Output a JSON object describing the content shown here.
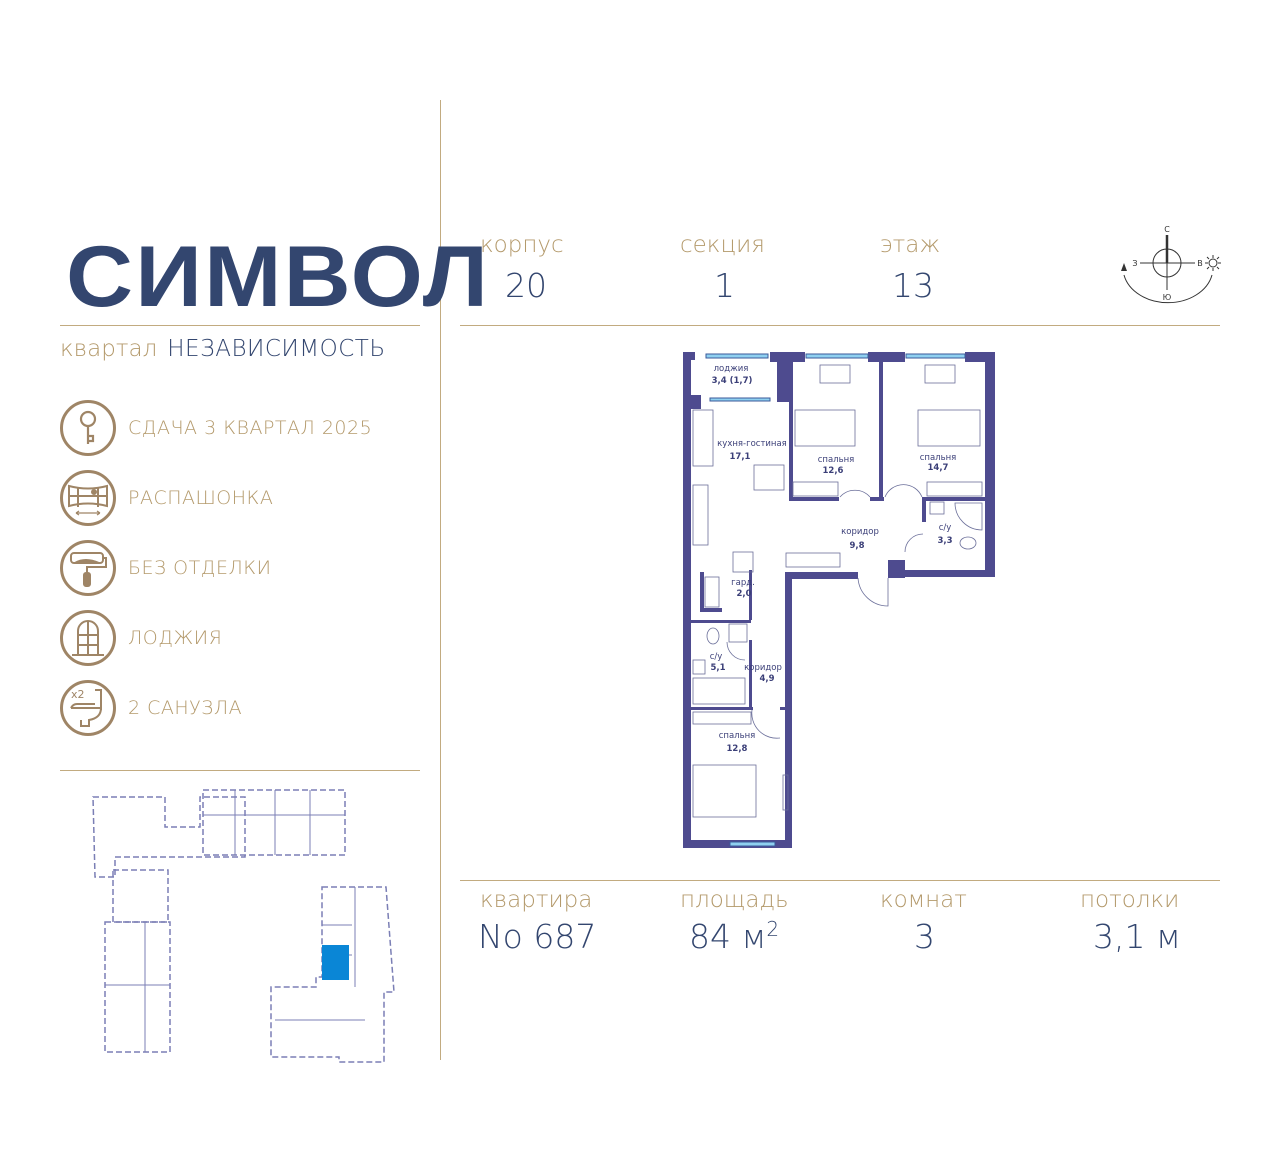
{
  "logo": {
    "title": "СИМВОЛ",
    "district_prefix": "квартал",
    "district_name": "НЕЗАВИСИМОСТЬ"
  },
  "features": [
    {
      "icon": "key-icon",
      "label": "СДАЧА 3 КВАРТАЛ 2025"
    },
    {
      "icon": "wide-window-icon",
      "label": "РАСПАШОНКА"
    },
    {
      "icon": "paint-roller-icon",
      "label": "БЕЗ ОТДЕЛКИ"
    },
    {
      "icon": "arched-window-icon",
      "label": "ЛОДЖИЯ"
    },
    {
      "icon": "toilet-icon",
      "label": "2 САНУЗЛА",
      "badge": "x2"
    }
  ],
  "header": [
    {
      "label": "корпус",
      "value": "20"
    },
    {
      "label": "секция",
      "value": "1"
    },
    {
      "label": "этаж",
      "value": "13"
    }
  ],
  "compass": {
    "n": "С",
    "s": "Ю",
    "w": "З",
    "e": "В"
  },
  "footer": [
    {
      "label": "квартира",
      "value": "No 687"
    },
    {
      "label": "площадь",
      "value": "84 м",
      "sup": "2"
    },
    {
      "label": "комнат",
      "value": "3"
    },
    {
      "label": "потолки",
      "value": "3,1 м"
    }
  ],
  "rooms": [
    {
      "name": "лоджия",
      "area": "3,4 (1,7)"
    },
    {
      "name": "кухня-гостиная",
      "area": "17,1"
    },
    {
      "name": "спальня",
      "area": "12,6"
    },
    {
      "name": "спальня",
      "area": "14,7"
    },
    {
      "name": "коридор",
      "area": "9,8"
    },
    {
      "name": "с/у",
      "area": "3,3"
    },
    {
      "name": "гард.",
      "area": "2,0"
    },
    {
      "name": "с/у",
      "area": "5,1"
    },
    {
      "name": "коридор",
      "area": "4,9"
    },
    {
      "name": "спальня",
      "area": "12,8"
    }
  ],
  "colors": {
    "gold": "#b49a6c",
    "navy": "#33466f",
    "walls": "#4e4b8f",
    "highlight": "#0a86d6"
  }
}
